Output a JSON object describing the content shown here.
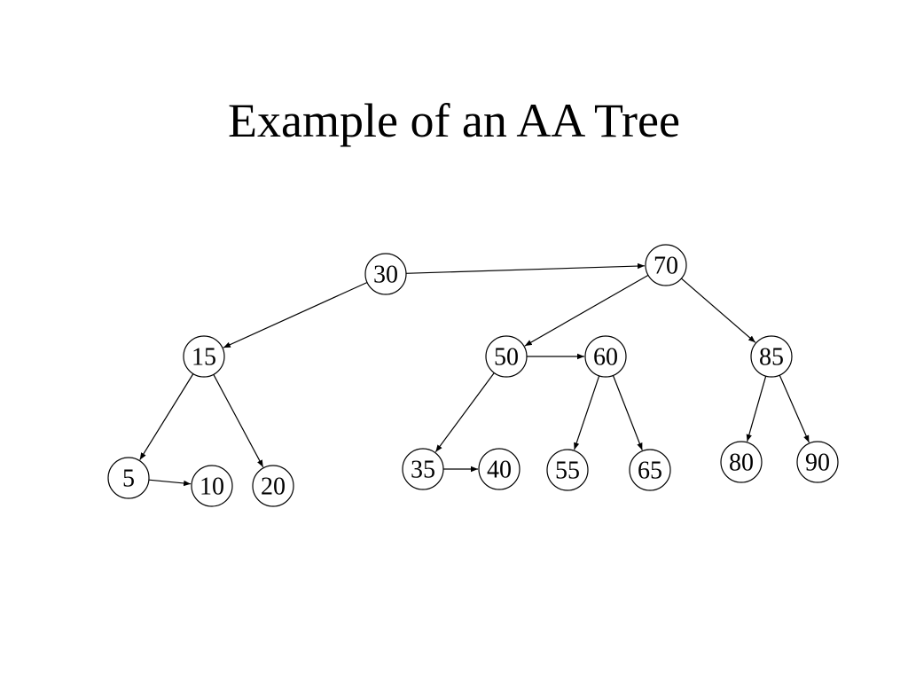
{
  "title": "Example of an AA Tree",
  "colors": {
    "background": "#ffffff",
    "ink": "#000000"
  },
  "tree": {
    "nodes": [
      {
        "id": "n30",
        "label": "30"
      },
      {
        "id": "n70",
        "label": "70"
      },
      {
        "id": "n15",
        "label": "15"
      },
      {
        "id": "n50",
        "label": "50"
      },
      {
        "id": "n60",
        "label": "60"
      },
      {
        "id": "n85",
        "label": "85"
      },
      {
        "id": "n5",
        "label": "5"
      },
      {
        "id": "n10",
        "label": "10"
      },
      {
        "id": "n20",
        "label": "20"
      },
      {
        "id": "n35",
        "label": "35"
      },
      {
        "id": "n40",
        "label": "40"
      },
      {
        "id": "n55",
        "label": "55"
      },
      {
        "id": "n65",
        "label": "65"
      },
      {
        "id": "n80",
        "label": "80"
      },
      {
        "id": "n90",
        "label": "90"
      }
    ],
    "edges": [
      {
        "from": "n30",
        "to": "n70",
        "kind": "horizontal"
      },
      {
        "from": "n30",
        "to": "n15",
        "kind": "child"
      },
      {
        "from": "n70",
        "to": "n50",
        "kind": "child"
      },
      {
        "from": "n70",
        "to": "n85",
        "kind": "child"
      },
      {
        "from": "n50",
        "to": "n60",
        "kind": "horizontal"
      },
      {
        "from": "n15",
        "to": "n5",
        "kind": "child"
      },
      {
        "from": "n15",
        "to": "n20",
        "kind": "child"
      },
      {
        "from": "n5",
        "to": "n10",
        "kind": "horizontal"
      },
      {
        "from": "n50",
        "to": "n35",
        "kind": "child"
      },
      {
        "from": "n35",
        "to": "n40",
        "kind": "horizontal"
      },
      {
        "from": "n60",
        "to": "n55",
        "kind": "child"
      },
      {
        "from": "n60",
        "to": "n65",
        "kind": "child"
      },
      {
        "from": "n85",
        "to": "n80",
        "kind": "child"
      },
      {
        "from": "n85",
        "to": "n90",
        "kind": "child"
      }
    ]
  }
}
